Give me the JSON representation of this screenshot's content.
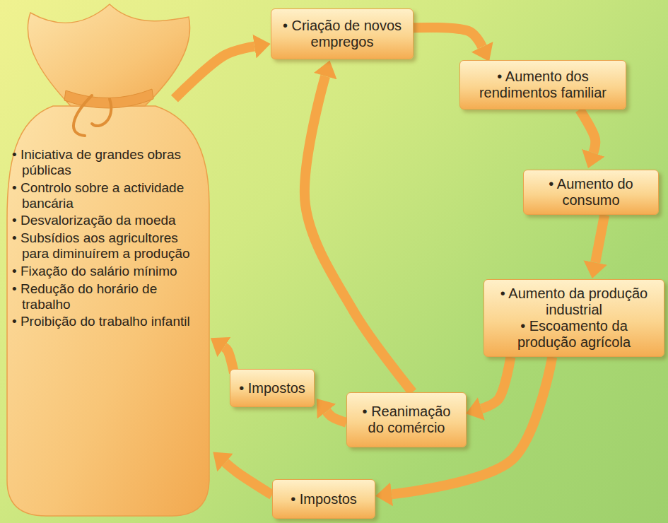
{
  "diagram": {
    "nodes": [
      {
        "text": [
          "• Iniciativa de grandes obras públicas",
          "• Controlo sobre a actividade bancária",
          "• Desvalorização da moeda",
          "• Subsídios aos agricultores para diminuírem a produção",
          "• Fixação do salário mínimo",
          "• Redução do horário de trabalho",
          "• Proibição do trabalho infantil"
        ]
      },
      {
        "text": [
          "• Criação de novos empregos"
        ]
      },
      {
        "text": [
          "• Aumento dos rendimentos familiar"
        ]
      },
      {
        "text": [
          "• Aumento do consumo"
        ]
      },
      {
        "text": [
          "• Aumento da produção industrial",
          "• Escoamento da produção agrícola"
        ]
      },
      {
        "text": [
          "• Reanimação do comércio"
        ]
      },
      {
        "text": [
          "• Impostos"
        ]
      },
      {
        "text": [
          "• Impostos"
        ]
      }
    ],
    "edges": [
      {
        "from": 0,
        "to": 1,
        "arrow": "to"
      },
      {
        "from": 1,
        "to": 2,
        "arrow": "to"
      },
      {
        "from": 2,
        "to": 3,
        "arrow": "to"
      },
      {
        "from": 3,
        "to": 4,
        "arrow": "to"
      },
      {
        "from": 4,
        "to": 5,
        "arrow": "to"
      },
      {
        "from": 4,
        "to": 7,
        "arrow": "to"
      },
      {
        "from": 5,
        "to": 6,
        "arrow": "to"
      },
      {
        "from": 5,
        "to": 1,
        "arrow": "to"
      },
      {
        "from": 6,
        "to": 0,
        "arrow": "to"
      },
      {
        "from": 7,
        "to": 0,
        "arrow": "to"
      }
    ]
  }
}
